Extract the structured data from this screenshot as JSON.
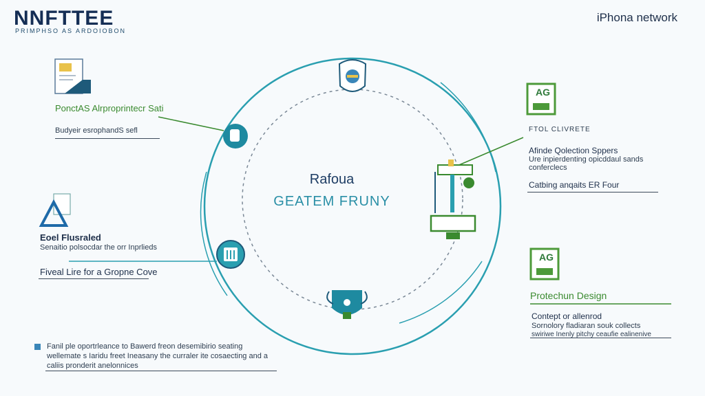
{
  "header": {
    "brand": "NNFTTEE",
    "brand_sub": "PRIMPHSO AS ARDOIOBON",
    "network": "iPhona network"
  },
  "center": {
    "title": "Rafoua",
    "subtitle": "GEATEM FRUNY"
  },
  "left_top": {
    "heading": "PonctAS Alrproprintecr Sati",
    "subtext": "Budyeir esrophandS sefl"
  },
  "left_mid": {
    "heading": "Eoel Flusraled",
    "subtext": "Senaitio polsocdar the orr Inprlieds",
    "line": "Fiveal Lire for a Gropne Cove"
  },
  "right_top": {
    "badge": "AG",
    "tag": "FTOL CLIVRETE",
    "heading": "Afinde Qolection Sppers",
    "subtext1": "Ure inpierdenting opicddaul sands",
    "subtext2": "conferclecs",
    "line": "Catbing anqaits ER Four"
  },
  "right_bottom": {
    "badge": "AG",
    "heading": "Protechun Design",
    "subtext1": "Contept or allenrod",
    "subtext2": "Sornolory fladiaran souk collects",
    "subtext3": "swiriwe Inenly pitchy ceaufie ealinenive"
  },
  "footer": {
    "line1": "Fanil ple oportrleance to Bawerd freon desemibirio seating",
    "line2": "wellemate s Iaridu freet Ineasany the curraler ite cosaecting and a",
    "line3": "caliis pronderit anelonnices"
  },
  "colors": {
    "teal": "#2a9fb0",
    "green": "#4d9a3a",
    "navy": "#152e55"
  }
}
